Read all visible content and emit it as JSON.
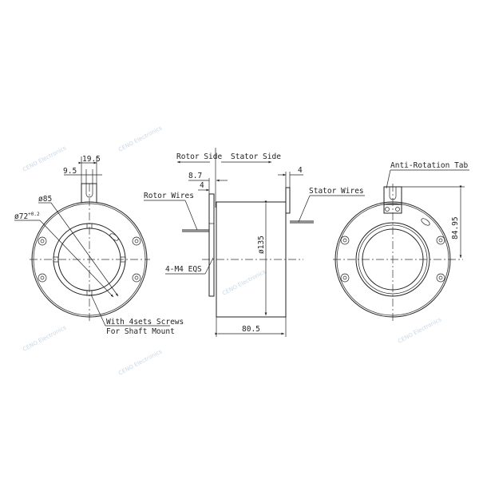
{
  "left_view": {
    "dim_tab_width": "19.5",
    "dim_slot": "9.5",
    "dim_outer_bore": "ø85",
    "dim_bore": "ø72",
    "dim_bore_tol": "+0.2",
    "dim_bore_tol_low": "0",
    "note_line1": "With 4sets Screws",
    "note_line2": "For Shaft Mount"
  },
  "side_view": {
    "rotor_side": "Rotor Side",
    "stator_side": "Stator Side",
    "dim_flange": "8.7",
    "dim_plate": "4",
    "dim_tab": "4",
    "rotor_wires": "Rotor Wires",
    "stator_wires": "Stator Wires",
    "screws": "4-M4 EQS",
    "dim_diameter": "ø135",
    "dim_length": "80.5"
  },
  "right_view": {
    "tab_label": "Anti-Rotation Tab",
    "dim_height": "84.95"
  },
  "watermark": "CENO Electronics",
  "colors": {
    "line": "#222222",
    "watermark": "#b9cde0"
  }
}
